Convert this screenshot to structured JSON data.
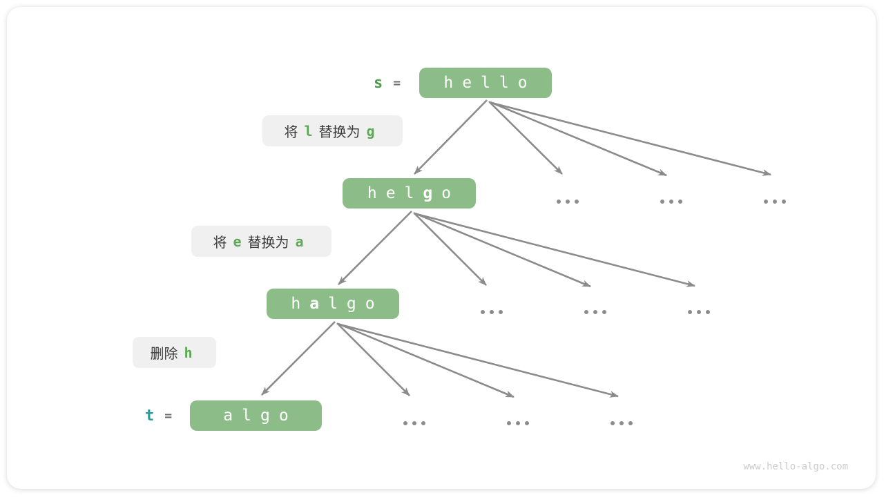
{
  "diagram": {
    "title_semantics": "edit-distance transformation tree from s to t",
    "watermark": "www.hello-algo.com",
    "colors": {
      "node_green": "#8cbd89",
      "node_text_white": "#ffffff",
      "label_bg_gray": "#f0f0f0",
      "label_text_dark": "#3c3c3c",
      "char_green": "#5ca857",
      "var_s_green": "#4e9c4e",
      "var_t_teal": "#2b9b9b",
      "equals_gray": "#6b6b6b",
      "arrow_gray": "#8b8b8b",
      "dot_gray": "#8c8c8c",
      "watermark_gray": "#cbcbcb"
    },
    "levels": [
      {
        "var": "s",
        "equals": "=",
        "chars": [
          "h",
          "e",
          "l",
          "l",
          "o"
        ],
        "bold_char": ""
      },
      {
        "chars": [
          "h",
          "e",
          "l",
          "g",
          "o"
        ],
        "bold_char": "g"
      },
      {
        "chars": [
          "h",
          "a",
          "l",
          "g",
          "o"
        ],
        "bold_char": "a"
      },
      {
        "var": "t",
        "equals": "=",
        "chars": [
          "a",
          "l",
          "g",
          "o"
        ],
        "bold_char": ""
      }
    ],
    "operations": [
      {
        "prefix": "将",
        "from": "l",
        "middle": "替换为",
        "to": "g"
      },
      {
        "prefix": "将",
        "from": "e",
        "middle": "替换为",
        "to": "a"
      },
      {
        "action": "删除",
        "target": "h"
      }
    ],
    "ellipsis_symbol": "..."
  }
}
